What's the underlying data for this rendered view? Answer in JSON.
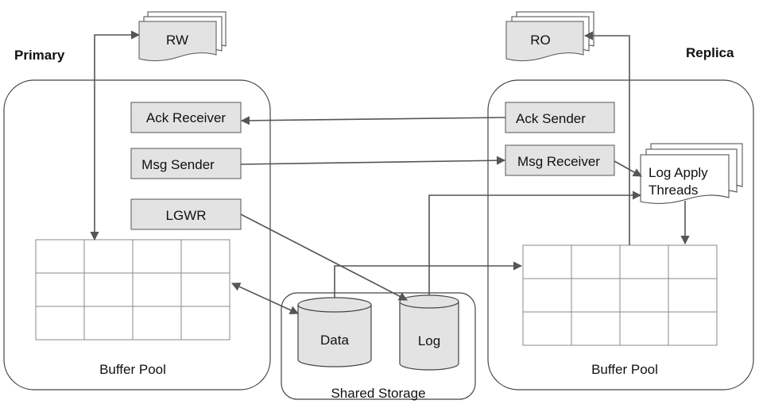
{
  "primary": {
    "title": "Primary",
    "rw_label": "RW",
    "ack_receiver": "Ack Receiver",
    "msg_sender": "Msg Sender",
    "lgwr": "LGWR",
    "buffer_pool": "Buffer Pool"
  },
  "replica": {
    "title": "Replica",
    "ro_label": "RO",
    "ack_sender": "Ack Sender",
    "msg_receiver": "Msg Receiver",
    "log_apply_line1": "Log Apply",
    "log_apply_line2": "Threads",
    "buffer_pool": "Buffer Pool"
  },
  "storage": {
    "title": "Shared Storage",
    "data": "Data",
    "log": "Log"
  },
  "colors": {
    "box_fill": "#e3e3e3",
    "stroke": "#555555"
  }
}
